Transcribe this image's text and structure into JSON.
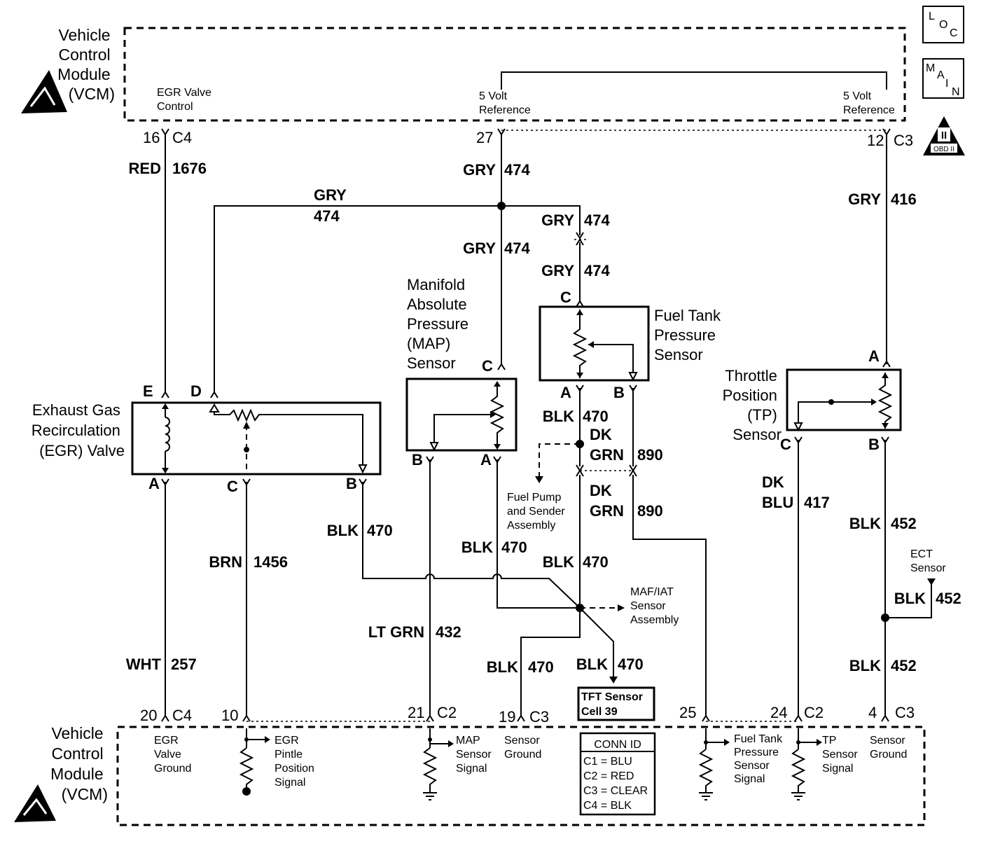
{
  "vcm_top": {
    "title": [
      "Vehicle",
      "Control",
      "Module",
      "(VCM)"
    ],
    "egr_valve_control": [
      "EGR Valve",
      "Control"
    ],
    "ref_5v_a": [
      "5 Volt",
      "Reference"
    ],
    "ref_5v_b": [
      "5 Volt",
      "Reference"
    ]
  },
  "vcm_bottom": {
    "title": [
      "Vehicle",
      "Control",
      "Module",
      "(VCM)"
    ],
    "egr_valve_ground": [
      "EGR",
      "Valve",
      "Ground"
    ],
    "egr_pintle_signal": [
      "EGR",
      "Pintle",
      "Position",
      "Signal"
    ],
    "map_sensor_signal": [
      "MAP",
      "Sensor",
      "Signal"
    ],
    "sensor_ground_1": [
      "Sensor",
      "Ground"
    ],
    "fuel_tank_signal": [
      "Fuel Tank",
      "Pressure",
      "Sensor",
      "Signal"
    ],
    "tp_sensor_signal": [
      "TP",
      "Sensor",
      "Signal"
    ],
    "sensor_ground_2": [
      "Sensor",
      "Ground"
    ]
  },
  "icons": {
    "loc": [
      "L",
      "O",
      "C"
    ],
    "main": [
      "M",
      "A",
      "I",
      "N"
    ],
    "obd": [
      "II",
      "OBD II"
    ]
  },
  "pins_top": {
    "p16": "16",
    "c4": "C4",
    "p27": "27",
    "p12": "12",
    "c3": "C3"
  },
  "pins_bottom": {
    "p20": "20",
    "c4": "C4",
    "p10": "10",
    "p21": "21",
    "c2a": "C2",
    "p19": "19",
    "c3a": "C3",
    "p25": "25",
    "p24": "24",
    "c2b": "C2",
    "p4": "4",
    "c3b": "C3"
  },
  "wires": {
    "red": "RED",
    "w1676": "1676",
    "gry_a": "GRY",
    "w474_a": "474",
    "gry_b": "GRY",
    "w474_b": "474",
    "gry_c": "GRY",
    "w474_c": "474",
    "gry_d": "GRY",
    "w474_d": "474",
    "gry_e": "GRY",
    "w474_e": "474",
    "gry_f": "GRY",
    "w416": "416",
    "blk_a": "BLK",
    "w470_a": "470",
    "blk_b": "BLK",
    "w470_b": "470",
    "blk_c": "BLK",
    "w470_c": "470",
    "blk_d": "BLK",
    "w470_d": "470",
    "blk_e": "BLK",
    "w470_e": "470",
    "blk_f": "BLK",
    "w470_f": "470",
    "dk1": "DK",
    "grn1": "GRN",
    "w890_a": "890",
    "dk2": "DK",
    "grn2": "GRN",
    "w890_b": "890",
    "dk3": "DK",
    "blu": "BLU",
    "w417": "417",
    "blk_g": "BLK",
    "w452_a": "452",
    "blk_h": "BLK",
    "w452_b": "452",
    "blk_i": "BLK",
    "w452_c": "452",
    "brn": "BRN",
    "w1456": "1456",
    "ltgrn": "LT GRN",
    "w432": "432",
    "wht": "WHT",
    "w257": "257"
  },
  "components": {
    "egr_valve": [
      "Exhaust Gas",
      "Recirculation",
      "(EGR) Valve"
    ],
    "map_sensor": [
      "Manifold",
      "Absolute",
      "Pressure",
      "(MAP)",
      "Sensor"
    ],
    "fuel_tank_sensor": [
      "Fuel Tank",
      "Pressure",
      "Sensor"
    ],
    "tp_sensor": [
      "Throttle",
      "Position",
      "(TP)",
      "Sensor"
    ],
    "fuel_pump": [
      "Fuel Pump",
      "and Sender",
      "Assembly"
    ],
    "maf_iat": [
      "MAF/IAT",
      "Sensor",
      "Assembly"
    ],
    "ect_sensor": [
      "ECT",
      "Sensor"
    ],
    "tft_sensor": [
      "TFT Sensor",
      "Cell 39"
    ]
  },
  "terminals": {
    "egr_e": "E",
    "egr_d": "D",
    "egr_a": "A",
    "egr_c": "C",
    "egr_b": "B",
    "map_c": "C",
    "map_b": "B",
    "map_a": "A",
    "ft_c": "C",
    "ft_a": "A",
    "ft_b": "B",
    "tp_a": "A",
    "tp_c": "C",
    "tp_b": "B"
  },
  "conn_id": {
    "title": "CONN ID",
    "rows": [
      "C1 = BLU",
      "C2 = RED",
      "C3 = CLEAR",
      "C4 = BLK"
    ]
  }
}
